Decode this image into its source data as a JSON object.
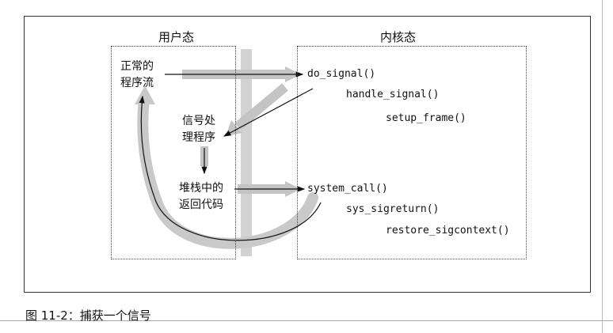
{
  "diagram": {
    "user_space_title": "用户态",
    "kernel_space_title": "内核态",
    "user_nodes": {
      "normal_flow_line1": "正常的",
      "normal_flow_line2": "程序流",
      "handler_line1": "信号处",
      "handler_line2": "理程序",
      "stack_code_line1": "堆栈中的",
      "stack_code_line2": "返回代码"
    },
    "kernel_functions": {
      "do_signal": "do_signal()",
      "handle_signal": "handle_signal()",
      "setup_frame": "setup_frame()",
      "system_call": "system_call()",
      "sys_sigreturn": "sys_sigreturn()",
      "restore_sigcontext": "restore_sigcontext()"
    }
  },
  "caption": "图 11-2：捕获一个信号"
}
